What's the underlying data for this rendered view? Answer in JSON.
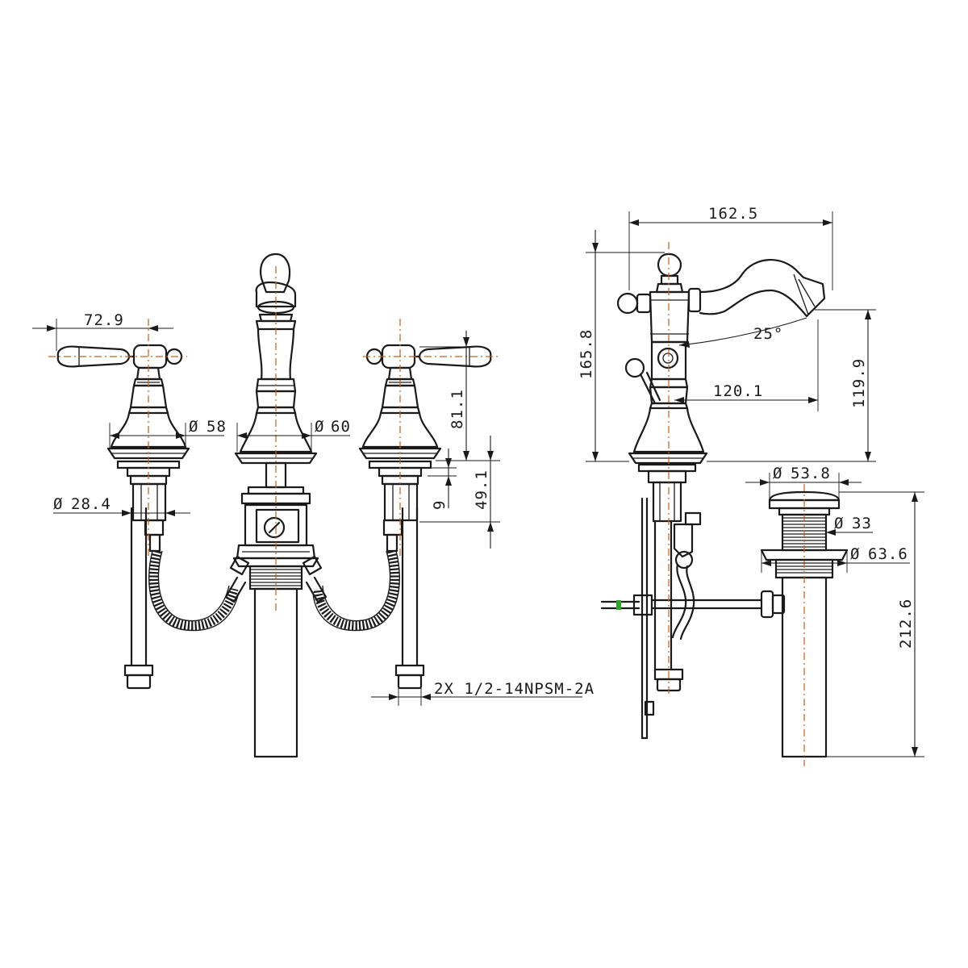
{
  "front_view": {
    "handle_span": "72.9",
    "base_dia_handle": "58",
    "base_dia_spout": "60",
    "shank_dia": "28.4",
    "handle_height": "81.1",
    "nut_gap": "9",
    "shank_length": "49.1",
    "thread_callout": "2X 1/2-14NPSM-2A"
  },
  "side_view": {
    "overall_depth": "162.5",
    "overall_height": "165.8",
    "spout_angle": "25°",
    "spout_reach": "120.1",
    "spout_height": "119.9"
  },
  "drain_view": {
    "cap_dia": "53.8",
    "thread_dia": "33",
    "flange_dia": "63.6",
    "drain_length": "212.6"
  },
  "symbols": {
    "diameter": "Ø"
  },
  "colors": {
    "line": "#1a1a1a",
    "centerline": "#c0601a",
    "accent": "#2da52d"
  }
}
